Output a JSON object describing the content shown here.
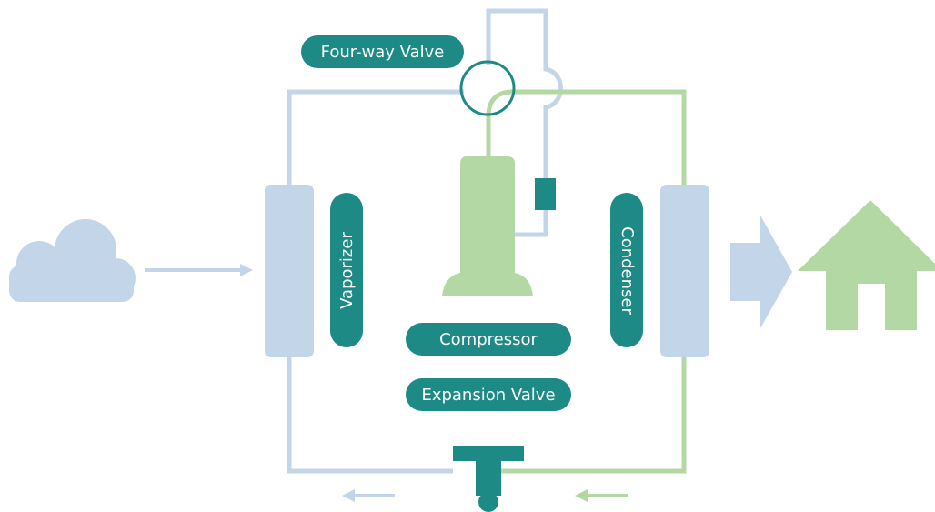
{
  "labels": {
    "four_way_valve": "Four-way Valve",
    "vaporizer": "Vaporizer",
    "condenser": "Condenser",
    "compressor": "Compressor",
    "expansion_valve": "Expansion Valve"
  },
  "colors": {
    "cold_line": "#c3d5e8",
    "hot_line": "#b3d8a3",
    "component_teal": "#1e8a85",
    "house_green": "#b3d8a3",
    "cloud_blue": "#c3d5e8",
    "label_text": "#ffffff"
  },
  "icons": {
    "source": "cloud-icon",
    "destination": "house-icon",
    "heat_flow": "arrow-right-icon"
  }
}
